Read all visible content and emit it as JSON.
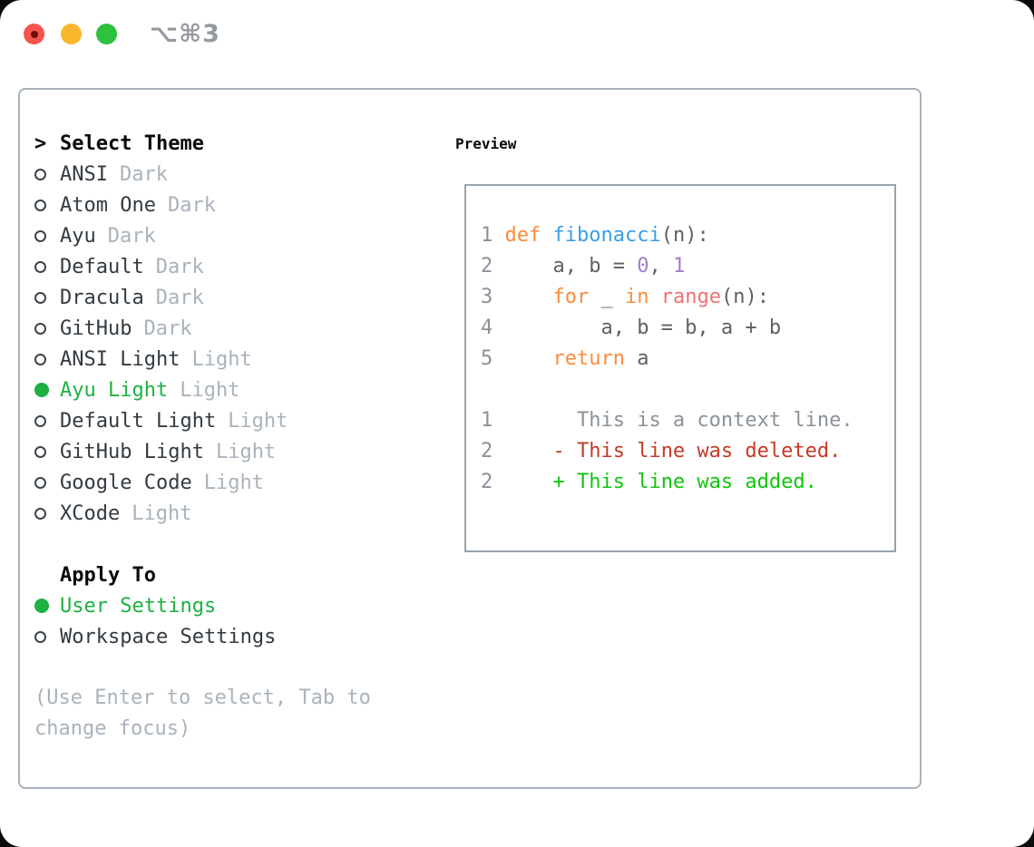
{
  "titlebar": {
    "title": "⌥⌘3",
    "traffic_lights": {
      "close": "red",
      "minimize": "yellow",
      "zoom": "green"
    }
  },
  "theme_menu": {
    "prompt": ">",
    "header": "Select Theme",
    "items": [
      {
        "name": "ANSI",
        "variant": "Dark",
        "selected": false
      },
      {
        "name": "Atom One",
        "variant": "Dark",
        "selected": false
      },
      {
        "name": "Ayu",
        "variant": "Dark",
        "selected": false
      },
      {
        "name": "Default",
        "variant": "Dark",
        "selected": false
      },
      {
        "name": "Dracula",
        "variant": "Dark",
        "selected": false
      },
      {
        "name": "GitHub",
        "variant": "Dark",
        "selected": false
      },
      {
        "name": "ANSI Light",
        "variant": "Light",
        "selected": false
      },
      {
        "name": "Ayu Light",
        "variant": "Light",
        "selected": true
      },
      {
        "name": "Default Light",
        "variant": "Light",
        "selected": false
      },
      {
        "name": "GitHub Light",
        "variant": "Light",
        "selected": false
      },
      {
        "name": "Google Code",
        "variant": "Light",
        "selected": false
      },
      {
        "name": "XCode",
        "variant": "Light",
        "selected": false
      }
    ]
  },
  "apply_to": {
    "header": "Apply To",
    "options": [
      {
        "label": "User Settings",
        "selected": true
      },
      {
        "label": "Workspace Settings",
        "selected": false
      }
    ]
  },
  "hint": "(Use Enter to select, Tab to change focus)",
  "preview": {
    "header": "Preview",
    "lines": [
      [
        [
          "1",
          "num"
        ],
        [
          " ",
          "fg"
        ],
        [
          "def",
          "kw"
        ],
        [
          " ",
          "fg"
        ],
        [
          "fibonacci",
          "fn"
        ],
        [
          "(n):",
          "fg"
        ]
      ],
      [
        [
          "2",
          "num"
        ],
        [
          "     a, b = ",
          "fg"
        ],
        [
          "0",
          "const"
        ],
        [
          ", ",
          "fg"
        ],
        [
          "1",
          "const"
        ]
      ],
      [
        [
          "3",
          "num"
        ],
        [
          "     ",
          "fg"
        ],
        [
          "for",
          "kw"
        ],
        [
          " _ ",
          "fg"
        ],
        [
          "in",
          "kw"
        ],
        [
          " ",
          "fg"
        ],
        [
          "range",
          "special"
        ],
        [
          "(n):",
          "fg"
        ]
      ],
      [
        [
          "4",
          "num"
        ],
        [
          "         a, b = b, a + b",
          "fg"
        ]
      ],
      [
        [
          "5",
          "num"
        ],
        [
          "     ",
          "fg"
        ],
        [
          "return",
          "kw"
        ],
        [
          " a",
          "fg"
        ]
      ],
      [],
      [
        [
          "1",
          "num"
        ],
        [
          "       ",
          "fg"
        ],
        [
          "This is a context line.",
          "ctx"
        ]
      ],
      [
        [
          "2",
          "num"
        ],
        [
          "     ",
          "fg"
        ],
        [
          "- This line was deleted.",
          "del"
        ]
      ],
      [
        [
          "2",
          "num"
        ],
        [
          "     ",
          "fg"
        ],
        [
          "+ This line was added.",
          "add"
        ]
      ]
    ]
  },
  "colors": {
    "selected_green": "#1cb141",
    "added_green": "#12c50f",
    "deleted_red": "#c43a26",
    "keyword_orange": "#fa8d3e",
    "function_blue": "#399ee6",
    "constant_purple": "#a37acc",
    "special_coral": "#f07171",
    "code_fg": "#5c6166",
    "line_number_gray": "#8a9199",
    "context_gray": "#8a9199",
    "label_dark": "#333a41",
    "muted_gray": "#a9b2bc",
    "title_gray": "#94999f",
    "panel_border": "#a9b2bc",
    "preview_border": "#99a3ad",
    "traffic_red": "#f4544c",
    "traffic_yellow": "#f8b62d",
    "traffic_green": "#2ec13e"
  }
}
